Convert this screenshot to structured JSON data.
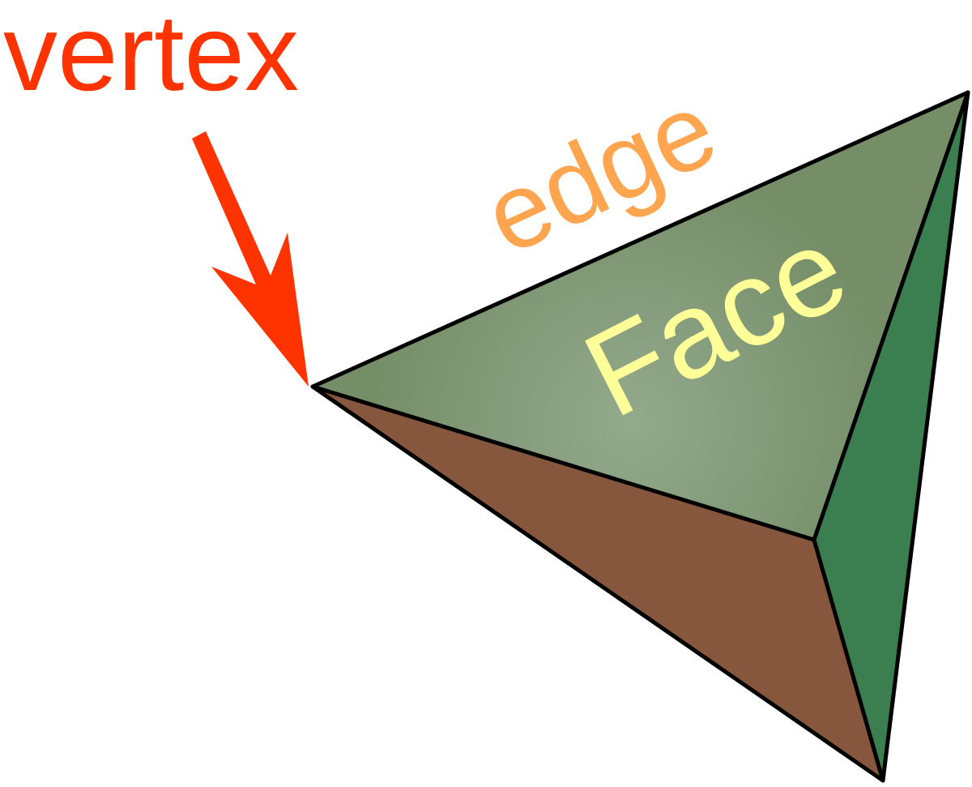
{
  "labels": {
    "vertex": "vertex",
    "edge": "edge",
    "face": "Face"
  },
  "colors": {
    "vertex_label": "#ff3300",
    "arrow": "#ff3300",
    "edge_label": "#ffa54f",
    "face_label": "#ffff99",
    "face_top_light": "#93aa8d",
    "face_top_dark": "#758e68",
    "face_bottom": "#86573d",
    "face_side": "#3b7e50",
    "outline": "#000000"
  },
  "icons": {
    "pointer": "red-arrow-icon"
  }
}
